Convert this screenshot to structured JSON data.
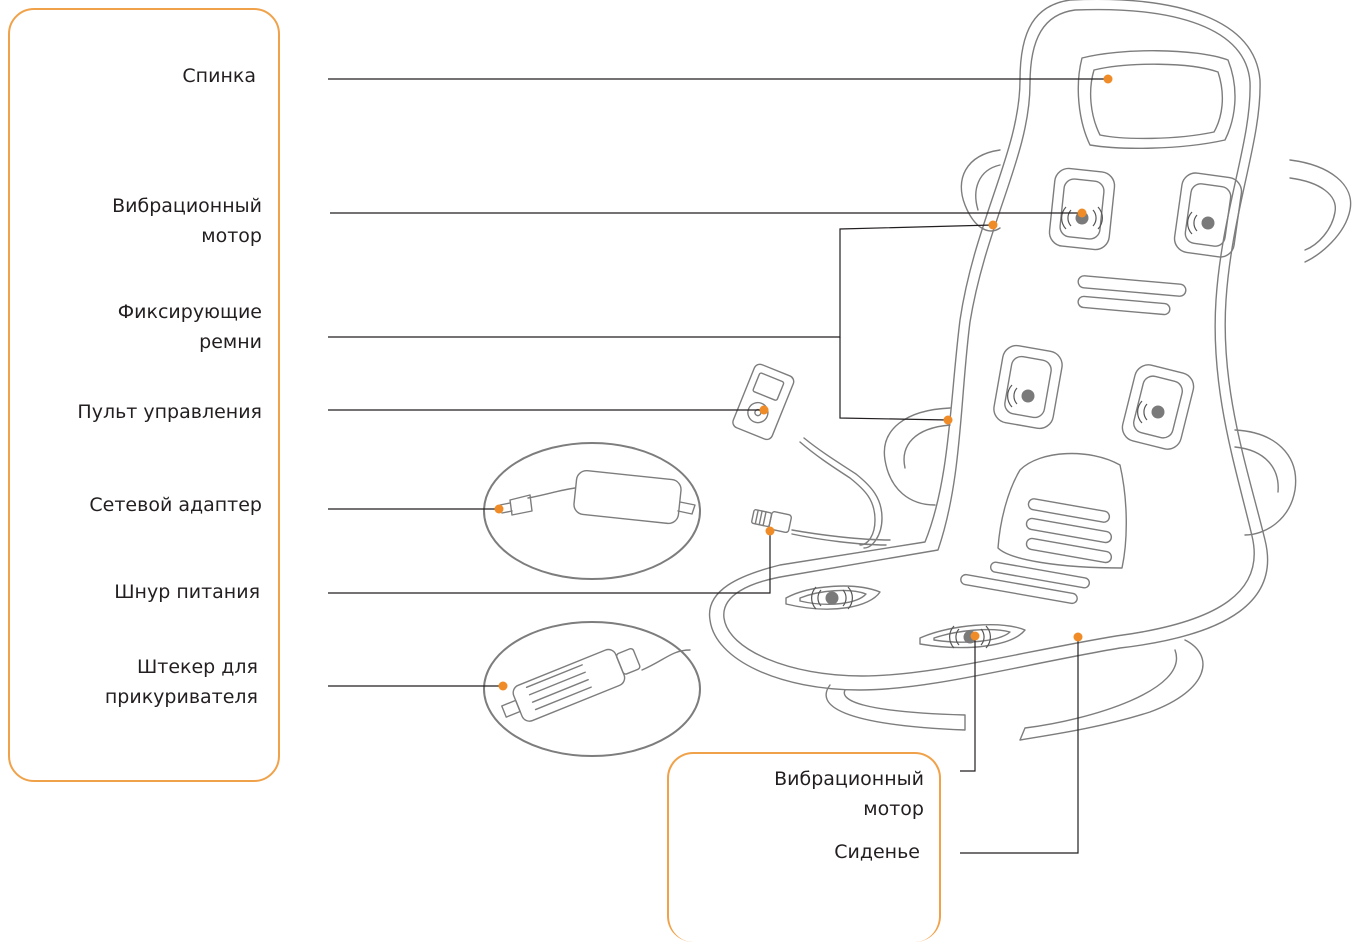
{
  "labels": {
    "backrest": "Спинка",
    "vibration_motor_back": [
      "Вибрационный",
      "мотор"
    ],
    "fixing_straps": [
      "Фиксирующие",
      "ремни"
    ],
    "control_panel": "Пульт управления",
    "power_adapter": "Сетевой адаптер",
    "power_cord": "Шнур питания",
    "cigarette_plug": [
      "Штекер для",
      "прикуривателя"
    ],
    "vibration_motor_seat": [
      "Вибрационный",
      "мотор"
    ],
    "seat": "Сиденье"
  },
  "colors": {
    "accent": "#f0a24a",
    "dot": "#f08c28",
    "line": "#231f20",
    "outline": "#7d7d7d",
    "motor_center": "#7a7a7a"
  }
}
